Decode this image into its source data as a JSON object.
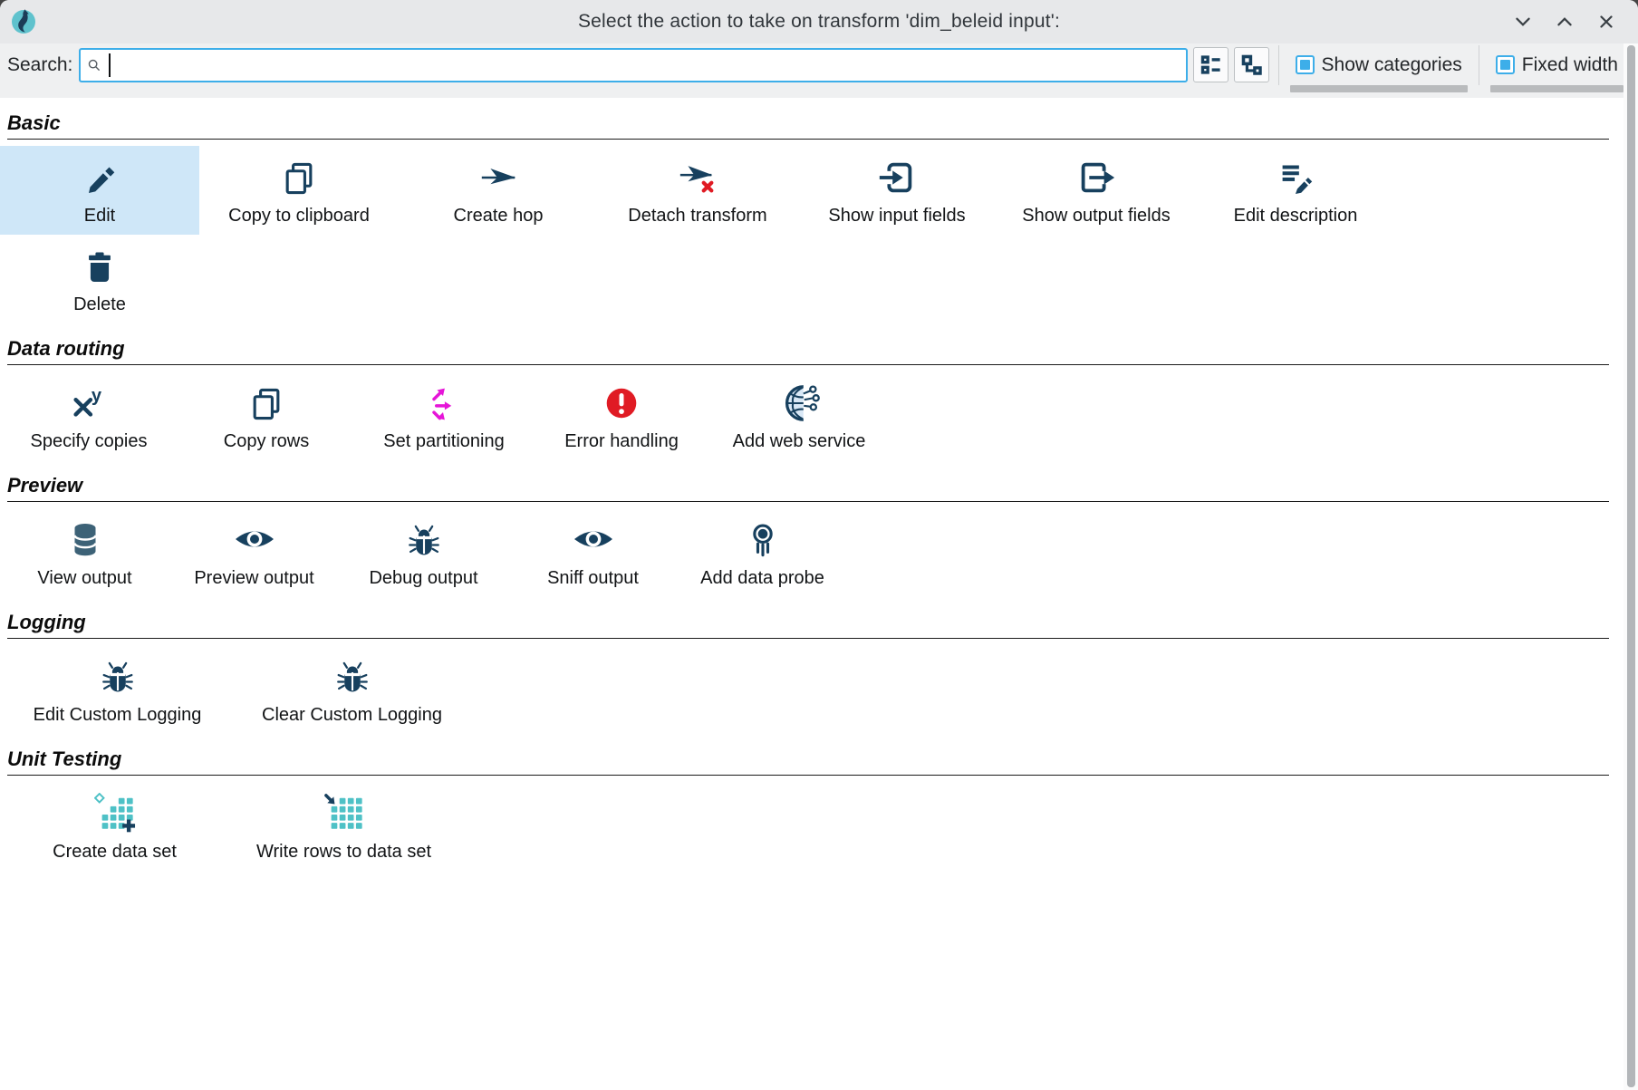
{
  "window": {
    "title": "Select the action to take on transform 'dim_beleid input':"
  },
  "toolbar": {
    "search_label": "Search:",
    "search_value": "",
    "view_buttons": [
      {
        "icon": "list-view-icon"
      },
      {
        "icon": "tree-view-icon"
      }
    ],
    "checkboxes": [
      {
        "label": "Show categories",
        "checked": true
      },
      {
        "label": "Fixed width",
        "checked": true
      }
    ]
  },
  "colors": {
    "accent": "#3daee9",
    "icon-navy": "#17405e",
    "icon-slate": "#3d6277",
    "teal": "#4ec1c6",
    "magenta": "#e615d8",
    "red": "#e01b24",
    "selection": "#cfe7f8"
  },
  "sections": [
    {
      "id": "basic",
      "label": "Basic",
      "items": [
        {
          "label": "Edit",
          "icon": "pencil-icon",
          "selected": true
        },
        {
          "label": "Copy to clipboard",
          "icon": "copy-icon"
        },
        {
          "label": "Create hop",
          "icon": "hop-arrow-icon"
        },
        {
          "label": "Detach transform",
          "icon": "detach-arrow-icon"
        },
        {
          "label": "Show input fields",
          "icon": "input-fields-icon"
        },
        {
          "label": "Show output fields",
          "icon": "output-fields-icon"
        },
        {
          "label": "Edit description",
          "icon": "edit-description-icon"
        },
        {
          "label": "Delete",
          "icon": "trash-icon"
        }
      ]
    },
    {
      "id": "data-routing",
      "label": "Data routing",
      "items": [
        {
          "label": "Specify copies",
          "icon": "xy-icon"
        },
        {
          "label": "Copy rows",
          "icon": "copy-icon"
        },
        {
          "label": "Set partitioning",
          "icon": "partition-arrows-icon"
        },
        {
          "label": "Error handling",
          "icon": "error-icon"
        },
        {
          "label": "Add web service",
          "icon": "web-service-icon"
        }
      ]
    },
    {
      "id": "preview",
      "label": "Preview",
      "items": [
        {
          "label": "View output",
          "icon": "database-icon"
        },
        {
          "label": "Preview output",
          "icon": "eye-icon"
        },
        {
          "label": "Debug output",
          "icon": "bug-icon"
        },
        {
          "label": "Sniff output",
          "icon": "eye-icon"
        },
        {
          "label": "Add data probe",
          "icon": "probe-icon"
        }
      ]
    },
    {
      "id": "logging",
      "label": "Logging",
      "items": [
        {
          "label": "Edit Custom Logging",
          "icon": "bug-icon"
        },
        {
          "label": "Clear Custom Logging",
          "icon": "bug-icon"
        }
      ]
    },
    {
      "id": "unit-testing",
      "label": "Unit Testing",
      "items": [
        {
          "label": "Create data set",
          "icon": "dataset-add-icon"
        },
        {
          "label": "Write rows to data set",
          "icon": "dataset-write-icon"
        }
      ]
    }
  ]
}
